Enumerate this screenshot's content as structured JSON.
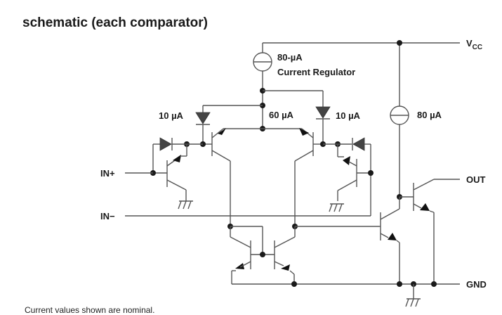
{
  "title": "schematic (each comparator)",
  "footnote": "Current values shown are nominal.",
  "pins": {
    "vcc": "V",
    "vcc_sub": "CC",
    "out": "OUT",
    "gnd": "GND",
    "in_plus": "IN+",
    "in_minus": "IN−"
  },
  "labels": {
    "regulator_current": "80-µA",
    "regulator_name": "Current Regulator",
    "left_diode_current": "10 µA",
    "tail_current": "60 µA",
    "right_diode_current": "10 µA",
    "output_source_current": "80 µA"
  }
}
